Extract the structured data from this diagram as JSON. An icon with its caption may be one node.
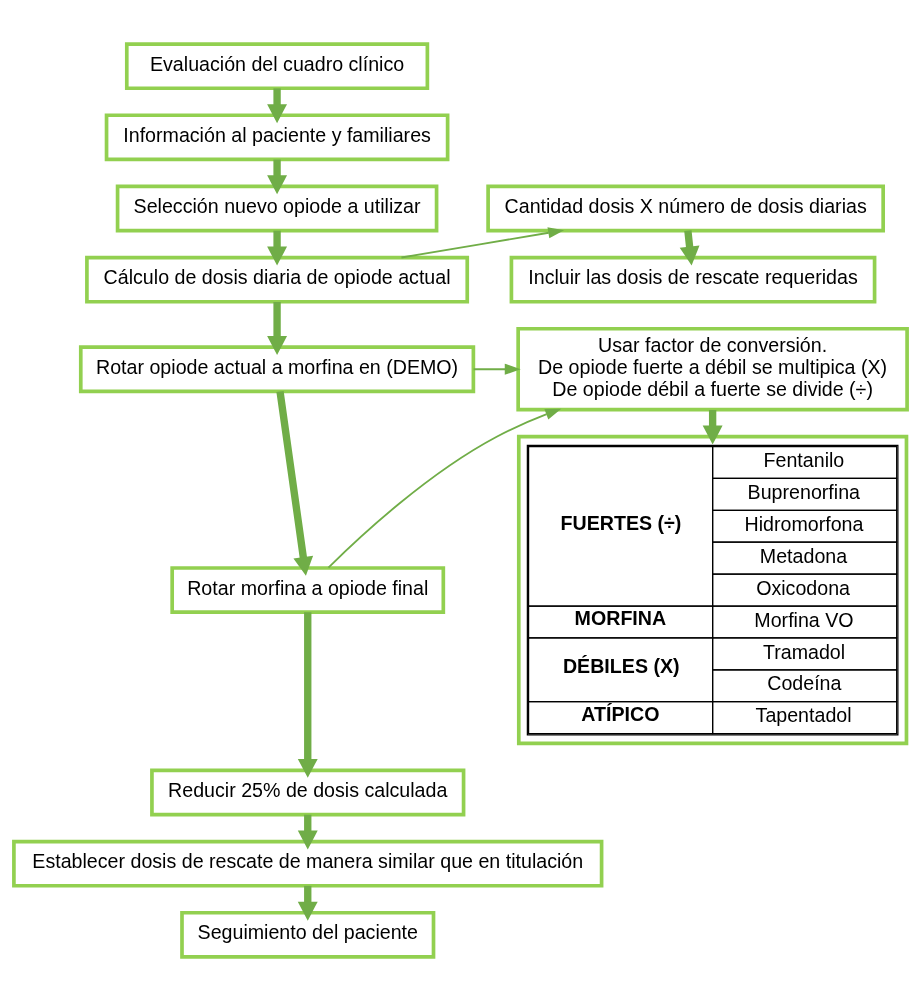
{
  "diagram": {
    "nodes": [
      {
        "text": [
          "Evaluación del cuadro clínico"
        ]
      },
      {
        "text": [
          "Información al paciente y familiares"
        ]
      },
      {
        "text": [
          "Selección nuevo opiode a utilizar"
        ]
      },
      {
        "text": [
          "Cálculo de dosis diaria de opiode actual"
        ]
      },
      {
        "text": [
          "Rotar opiode actual a morfina en (DEMO)"
        ]
      },
      {
        "text": [
          "Rotar morfina a opiode final"
        ]
      },
      {
        "text": [
          "Reducir 25% de dosis calculada"
        ]
      },
      {
        "text": [
          "Establecer dosis de rescate de manera similar que en titulación"
        ]
      },
      {
        "text": [
          "Seguimiento del paciente"
        ]
      },
      {
        "text": [
          "Cantidad dosis X número de dosis diarias"
        ]
      },
      {
        "text": [
          "Incluir las dosis de rescate requeridas"
        ]
      },
      {
        "text": [
          "Usar factor de conversión.",
          "De opiode fuerte a débil se multipica (X)",
          "De opiode débil a fuerte se divide (÷)"
        ]
      },
      {
        "text": [
          "FUERTES (÷)",
          "Fentanilo",
          "Buprenorfina",
          "Hidromorfona",
          "Metadona",
          "Oxicodona",
          "MORFINA",
          "Morfina VO",
          "DÉBILES (X)",
          "Tramadol",
          "Codeína",
          "ATÍPICO",
          "Tapentadol"
        ]
      }
    ],
    "edges": [
      {
        "from": 0,
        "to": 1,
        "arrow": "to"
      },
      {
        "from": 1,
        "to": 2,
        "arrow": "to"
      },
      {
        "from": 2,
        "to": 3,
        "arrow": "to"
      },
      {
        "from": 3,
        "to": 4,
        "arrow": "to"
      },
      {
        "from": 4,
        "to": 5,
        "arrow": "to"
      },
      {
        "from": 5,
        "to": 6,
        "arrow": "to"
      },
      {
        "from": 6,
        "to": 7,
        "arrow": "to"
      },
      {
        "from": 7,
        "to": 8,
        "arrow": "to"
      },
      {
        "from": 3,
        "to": 9,
        "arrow": "to"
      },
      {
        "from": 9,
        "to": 10,
        "arrow": "to"
      },
      {
        "from": 4,
        "to": 11,
        "arrow": "to"
      },
      {
        "from": 5,
        "to": 11,
        "arrow": "to"
      },
      {
        "from": 11,
        "to": 12,
        "arrow": "to"
      }
    ]
  }
}
